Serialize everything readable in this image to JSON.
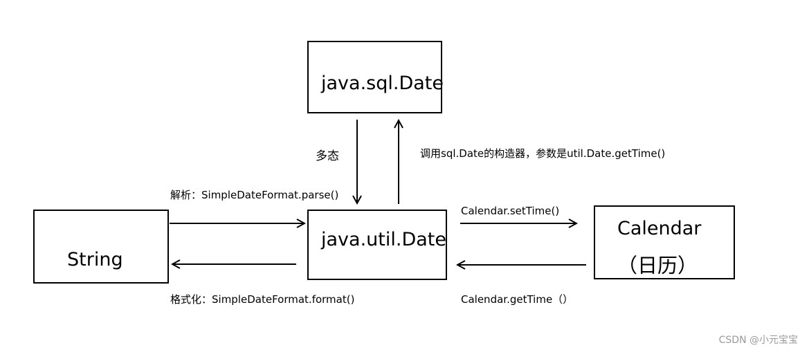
{
  "nodes": {
    "sql_date": {
      "label": "java.sql.Date"
    },
    "util_date": {
      "label": "java.util.Date"
    },
    "string": {
      "label": "String"
    },
    "calendar": {
      "label_line1": "Calendar",
      "label_line2": "（日历）"
    }
  },
  "edges": {
    "polymorphism": {
      "label": "多态"
    },
    "sql_constructor": {
      "label": "调用sql.Date的构造器，参数是util.Date.getTime()"
    },
    "parse": {
      "label": "解析：SimpleDateFormat.parse()"
    },
    "format": {
      "label": "格式化：SimpleDateFormat.format()"
    },
    "set_time": {
      "label": "Calendar.setTime()"
    },
    "get_time": {
      "label": "Calendar.getTime（）"
    }
  },
  "watermark": {
    "text": "CSDN @小元宝宝"
  }
}
